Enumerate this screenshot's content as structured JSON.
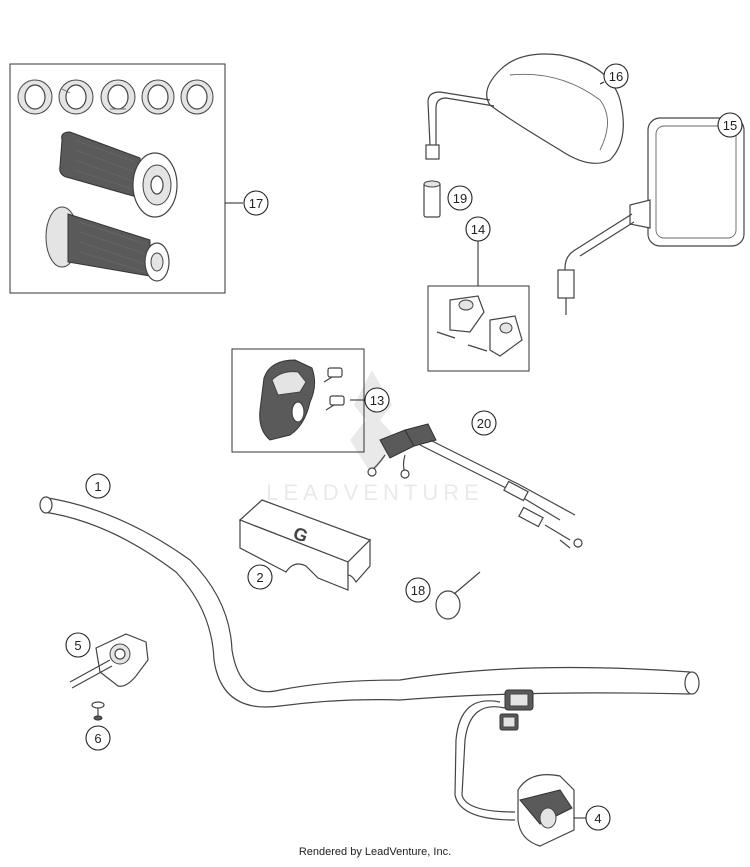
{
  "diagram": {
    "callouts": [
      {
        "id": "1",
        "label": "1"
      },
      {
        "id": "2",
        "label": "2"
      },
      {
        "id": "4",
        "label": "4"
      },
      {
        "id": "5",
        "label": "5"
      },
      {
        "id": "6",
        "label": "6"
      },
      {
        "id": "13",
        "label": "13"
      },
      {
        "id": "14",
        "label": "14"
      },
      {
        "id": "15",
        "label": "15"
      },
      {
        "id": "16",
        "label": "16"
      },
      {
        "id": "17",
        "label": "17"
      },
      {
        "id": "18",
        "label": "18"
      },
      {
        "id": "19",
        "label": "19"
      },
      {
        "id": "20",
        "label": "20"
      }
    ],
    "watermark": "LEADVENTURE",
    "pad_logo": "G"
  },
  "footer": {
    "text": "Rendered by LeadVenture, Inc."
  }
}
